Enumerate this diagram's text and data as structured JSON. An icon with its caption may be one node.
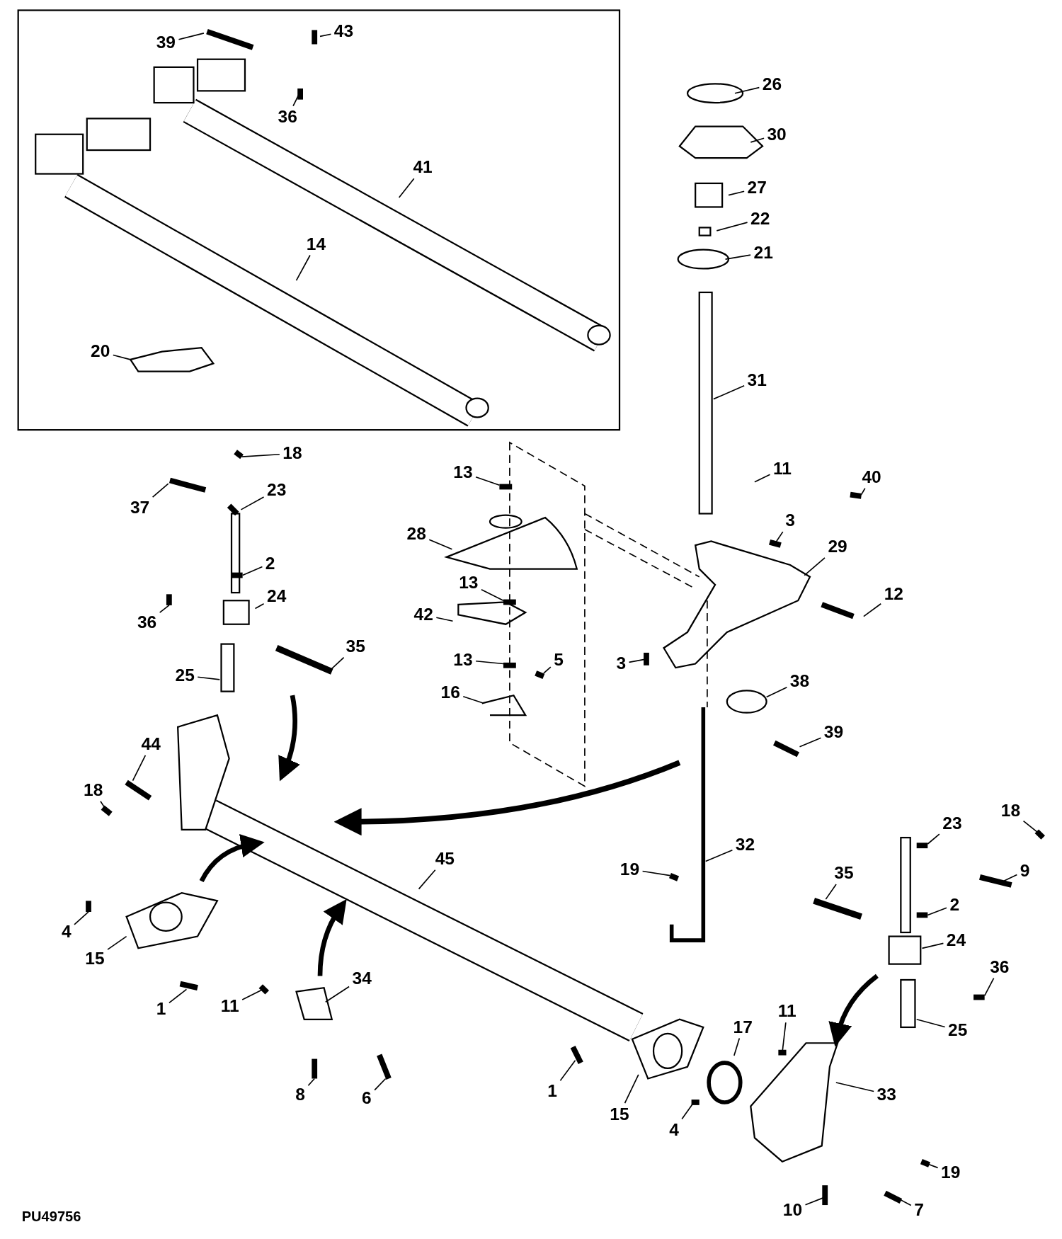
{
  "diagram": {
    "nodes": [
      {
        "text": [],
        "shape": "box"
      },
      {
        "text": [
          "39"
        ],
        "in": 0
      },
      {
        "text": [
          "43"
        ],
        "in": 0
      },
      {
        "text": [
          "36"
        ],
        "in": 0
      },
      {
        "text": [
          "41"
        ],
        "in": 0
      },
      {
        "text": [
          "14"
        ],
        "in": 0
      },
      {
        "text": [
          "20"
        ],
        "in": 0
      },
      {
        "text": [
          "26"
        ]
      },
      {
        "text": [
          "30"
        ]
      },
      {
        "text": [
          "27"
        ]
      },
      {
        "text": [
          "22"
        ]
      },
      {
        "text": [
          "21"
        ]
      },
      {
        "text": [
          "31"
        ]
      },
      {
        "text": [
          "18"
        ]
      },
      {
        "text": [
          "13"
        ]
      },
      {
        "text": [
          "11"
        ]
      },
      {
        "text": [
          "40"
        ]
      },
      {
        "text": [
          "37"
        ]
      },
      {
        "text": [
          "23"
        ]
      },
      {
        "text": [
          "3"
        ]
      },
      {
        "text": [
          "28"
        ]
      },
      {
        "text": [
          "29"
        ]
      },
      {
        "text": [
          "2"
        ]
      },
      {
        "text": [
          "13"
        ]
      },
      {
        "text": [
          "12"
        ]
      },
      {
        "text": [
          "42"
        ]
      },
      {
        "text": [
          "24"
        ]
      },
      {
        "text": [
          "36"
        ]
      },
      {
        "text": [
          "35"
        ]
      },
      {
        "text": [
          "13"
        ]
      },
      {
        "text": [
          "5"
        ]
      },
      {
        "text": [
          "3"
        ]
      },
      {
        "text": [
          "25"
        ]
      },
      {
        "text": [
          "38"
        ]
      },
      {
        "text": [
          "16"
        ]
      },
      {
        "text": [
          "39"
        ]
      },
      {
        "text": [
          "44"
        ]
      },
      {
        "text": [
          "18"
        ]
      },
      {
        "text": [
          "18"
        ]
      },
      {
        "text": [
          "23"
        ]
      },
      {
        "text": [
          "32"
        ]
      },
      {
        "text": [
          "45"
        ]
      },
      {
        "text": [
          "19"
        ]
      },
      {
        "text": [
          "35"
        ]
      },
      {
        "text": [
          "9"
        ]
      },
      {
        "text": [
          "2"
        ]
      },
      {
        "text": [
          "4"
        ]
      },
      {
        "text": [
          "24"
        ]
      },
      {
        "text": [
          "15"
        ]
      },
      {
        "text": [
          "36"
        ]
      },
      {
        "text": [
          "34"
        ]
      },
      {
        "text": [
          "1"
        ]
      },
      {
        "text": [
          "11"
        ]
      },
      {
        "text": [
          "11"
        ]
      },
      {
        "text": [
          "17"
        ]
      },
      {
        "text": [
          "25"
        ]
      },
      {
        "text": [
          "8"
        ]
      },
      {
        "text": [
          "6"
        ]
      },
      {
        "text": [
          "1"
        ]
      },
      {
        "text": [
          "33"
        ]
      },
      {
        "text": [
          "15"
        ]
      },
      {
        "text": [
          "4"
        ]
      },
      {
        "text": [
          "19"
        ]
      },
      {
        "text": [
          "10"
        ]
      },
      {
        "text": [
          "7"
        ]
      }
    ],
    "edges": [
      {
        "from": 1,
        "to": null,
        "arrow": "none"
      },
      {
        "from": 2,
        "to": null,
        "arrow": "none"
      },
      {
        "from": 3,
        "to": null,
        "arrow": "none"
      },
      {
        "from": 4,
        "to": null,
        "arrow": "none"
      },
      {
        "from": 5,
        "to": null,
        "arrow": "none"
      },
      {
        "from": 6,
        "to": null,
        "arrow": "none"
      },
      {
        "from": 7,
        "to": null,
        "arrow": "none"
      },
      {
        "from": 8,
        "to": null,
        "arrow": "none"
      },
      {
        "from": 9,
        "to": null,
        "arrow": "none"
      },
      {
        "from": 10,
        "to": null,
        "arrow": "none"
      },
      {
        "from": 11,
        "to": null,
        "arrow": "none"
      },
      {
        "from": 12,
        "to": null,
        "arrow": "none"
      },
      {
        "from": 13,
        "to": null,
        "arrow": "none"
      },
      {
        "from": 14,
        "to": null,
        "arrow": "none"
      },
      {
        "from": 15,
        "to": null,
        "arrow": "none"
      },
      {
        "from": 16,
        "to": null,
        "arrow": "none"
      },
      {
        "from": 17,
        "to": null,
        "arrow": "none"
      },
      {
        "from": 18,
        "to": null,
        "arrow": "none"
      },
      {
        "from": 19,
        "to": null,
        "arrow": "none"
      },
      {
        "from": 20,
        "to": null,
        "arrow": "none"
      },
      {
        "from": 21,
        "to": null,
        "arrow": "none"
      },
      {
        "from": 22,
        "to": null,
        "arrow": "none"
      },
      {
        "from": 23,
        "to": null,
        "arrow": "none"
      },
      {
        "from": 24,
        "to": null,
        "arrow": "none"
      },
      {
        "from": 25,
        "to": null,
        "arrow": "none"
      },
      {
        "from": 26,
        "to": null,
        "arrow": "none"
      },
      {
        "from": 27,
        "to": null,
        "arrow": "none"
      },
      {
        "from": 28,
        "to": null,
        "arrow": "none"
      },
      {
        "from": 29,
        "to": null,
        "arrow": "none"
      },
      {
        "from": 30,
        "to": null,
        "arrow": "none"
      },
      {
        "from": 31,
        "to": null,
        "arrow": "none"
      },
      {
        "from": 32,
        "to": null,
        "arrow": "none"
      },
      {
        "from": 33,
        "to": null,
        "arrow": "none"
      },
      {
        "from": 34,
        "to": null,
        "arrow": "none"
      },
      {
        "from": 35,
        "to": null,
        "arrow": "none"
      },
      {
        "from": 36,
        "to": null,
        "arrow": "none"
      },
      {
        "from": 37,
        "to": null,
        "arrow": "none"
      },
      {
        "from": 38,
        "to": null,
        "arrow": "none"
      },
      {
        "from": 39,
        "to": null,
        "arrow": "none"
      },
      {
        "from": 40,
        "to": null,
        "arrow": "none"
      },
      {
        "from": 41,
        "to": null,
        "arrow": "none"
      },
      {
        "from": 42,
        "to": null,
        "arrow": "none"
      },
      {
        "from": 43,
        "to": null,
        "arrow": "none"
      },
      {
        "from": 44,
        "to": null,
        "arrow": "none"
      },
      {
        "from": 45,
        "to": null,
        "arrow": "none"
      },
      {
        "from": 46,
        "to": null,
        "arrow": "none"
      },
      {
        "from": 47,
        "to": null,
        "arrow": "none"
      },
      {
        "from": 48,
        "to": null,
        "arrow": "none"
      },
      {
        "from": 49,
        "to": null,
        "arrow": "none"
      },
      {
        "from": 50,
        "to": null,
        "arrow": "none"
      },
      {
        "from": 51,
        "to": null,
        "arrow": "none"
      },
      {
        "from": 52,
        "to": null,
        "arrow": "none"
      },
      {
        "from": 53,
        "to": null,
        "arrow": "none"
      },
      {
        "from": 54,
        "to": null,
        "arrow": "none"
      },
      {
        "from": 55,
        "to": null,
        "arrow": "none"
      },
      {
        "from": 56,
        "to": null,
        "arrow": "none"
      },
      {
        "from": 57,
        "to": null,
        "arrow": "none"
      },
      {
        "from": 58,
        "to": null,
        "arrow": "none"
      },
      {
        "from": 59,
        "to": null,
        "arrow": "none"
      },
      {
        "from": 60,
        "to": null,
        "arrow": "none"
      },
      {
        "from": 61,
        "to": null,
        "arrow": "none"
      },
      {
        "from": 62,
        "to": null,
        "arrow": "none"
      },
      {
        "from": 63,
        "to": null,
        "arrow": "none"
      },
      {
        "from": 64,
        "to": null,
        "arrow": "none"
      }
    ],
    "labels": [
      "PU49756"
    ]
  }
}
